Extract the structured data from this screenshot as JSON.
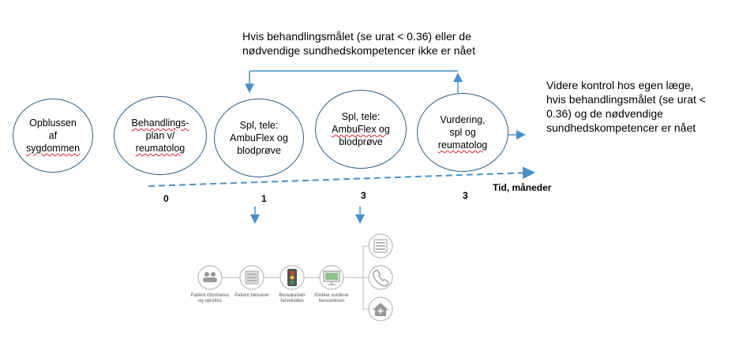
{
  "top_note": {
    "line1": "Hvis behandlingsmålet (se urat < 0.36) eller de",
    "line2": "nødvendige sundhedskompetencer ikke er nået"
  },
  "right_note": {
    "line1": "Videre kontrol hos egen læge,",
    "line2": "hvis behandlingsmålet (se urat <",
    "line3": "0.36) og de nødvendige",
    "line4": "sundhedskompetencer er nået"
  },
  "steps": [
    {
      "l1": "Opblussen",
      "l2": "af",
      "l3": "sygdommen"
    },
    {
      "l1": "Behandlings-",
      "l2": "plan v/",
      "l3": "reumatolog"
    },
    {
      "l1": "Spl, tele:",
      "l2": "AmbuFlex og",
      "l3": "blodprøve"
    },
    {
      "l1": "Spl, tele:",
      "l2": "AmbuFlex og",
      "l3": "blodprøve"
    },
    {
      "l1": "Vurdering,",
      "l2": "spl og",
      "l3": "reumatolog"
    }
  ],
  "timeline": {
    "label": "Tid, måneder",
    "ticks": [
      "0",
      "1",
      "3",
      "3"
    ]
  },
  "flow": {
    "captions": [
      {
        "l1": "Patient informeres",
        "l2": "og oprettes"
      },
      {
        "l1": "Patient besvarer",
        "l2": ""
      },
      {
        "l1": "Besvarelsen",
        "l2": "farvekodes"
      },
      {
        "l1": "Kliniker vurderer",
        "l2": "besvarelsen"
      }
    ]
  },
  "colors": {
    "arrow": "#4a90c8",
    "circle_border": "#2f5f86",
    "icon": "#9a9a9a"
  }
}
